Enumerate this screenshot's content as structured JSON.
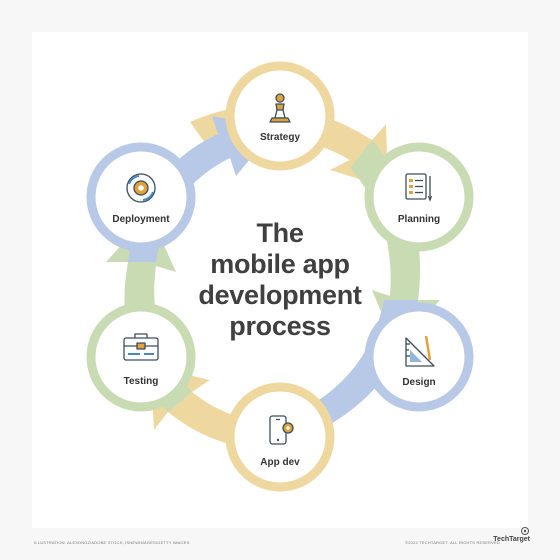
{
  "title": {
    "lines": [
      "The",
      "mobile app",
      "development",
      "process"
    ]
  },
  "steps": [
    {
      "label": "Strategy",
      "icon": "chess-pawn-icon",
      "color": "#efd8a0"
    },
    {
      "label": "Planning",
      "icon": "checklist-icon",
      "color": "#c9dbb2"
    },
    {
      "label": "Design",
      "icon": "ruler-triangle-icon",
      "color": "#b7c9e6"
    },
    {
      "label": "App dev",
      "icon": "phone-gear-icon",
      "color": "#efd8a0"
    },
    {
      "label": "Testing",
      "icon": "toolbox-icon",
      "color": "#c9dbb2"
    },
    {
      "label": "Deployment",
      "icon": "gear-cycle-icon",
      "color": "#b7c9e6"
    }
  ],
  "footer": {
    "credit": "ILLUSTRATION: ALEXDNDZ/ADOBE STOCK; ISNEWIMAGES/GETTY IMAGES",
    "copyright": "©2024 TECHTARGET. ALL RIGHTS RESERVED",
    "brand": "TechTarget"
  },
  "colors": {
    "gold": "#efd8a0",
    "green": "#c9dbb2",
    "blue": "#b7c9e6",
    "icon_orange": "#e0a23a",
    "icon_dark": "#3a4d5e",
    "icon_blue": "#4a86c5",
    "text": "#404040"
  }
}
